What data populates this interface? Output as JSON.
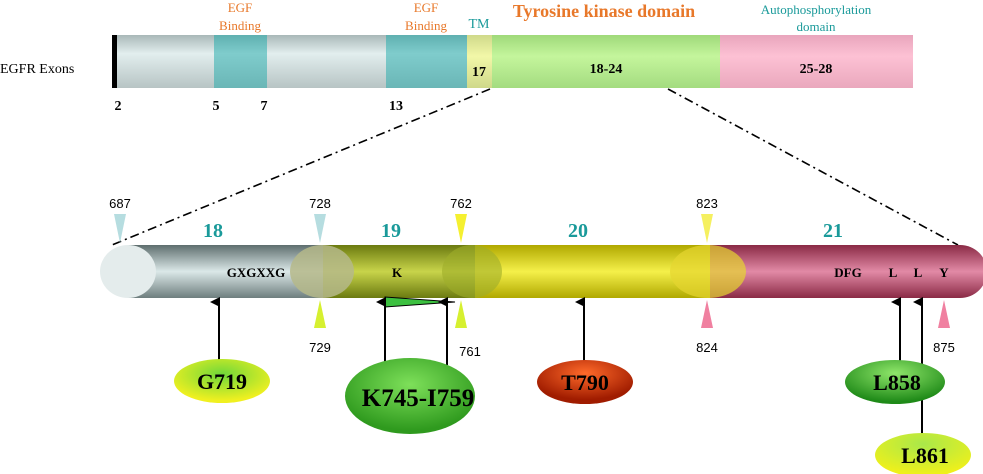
{
  "top": {
    "row_label": "EGFR Exons",
    "egf_binding_1": [
      "EGF",
      "Binding"
    ],
    "egf_binding_2": [
      "EGF",
      "Binding"
    ],
    "tm": "TM",
    "tk_domain": "Tyrosine kinase domain",
    "autophos": [
      "Autophosphorylation",
      "domain"
    ],
    "exon_17": "17",
    "exon_18_24": "18-24",
    "exon_25_28": "25-28",
    "below": [
      "2",
      "5",
      "7",
      "13"
    ]
  },
  "detail": {
    "exons": [
      "18",
      "19",
      "20",
      "21"
    ],
    "motifs": {
      "gxgxxg": "GXGXXG",
      "k": "K",
      "dfg": "DFG",
      "l1": "L",
      "l2": "L",
      "y": "Y"
    },
    "positions_top": [
      "687",
      "728",
      "762",
      "823"
    ],
    "positions_bottom": [
      "729",
      "761",
      "824",
      "875"
    ]
  },
  "mutations": [
    "G719",
    "K745-I759",
    "T790",
    "L858",
    "L861"
  ],
  "colors": {
    "orange": "#e8782a",
    "teal": "#1a9a9a"
  }
}
